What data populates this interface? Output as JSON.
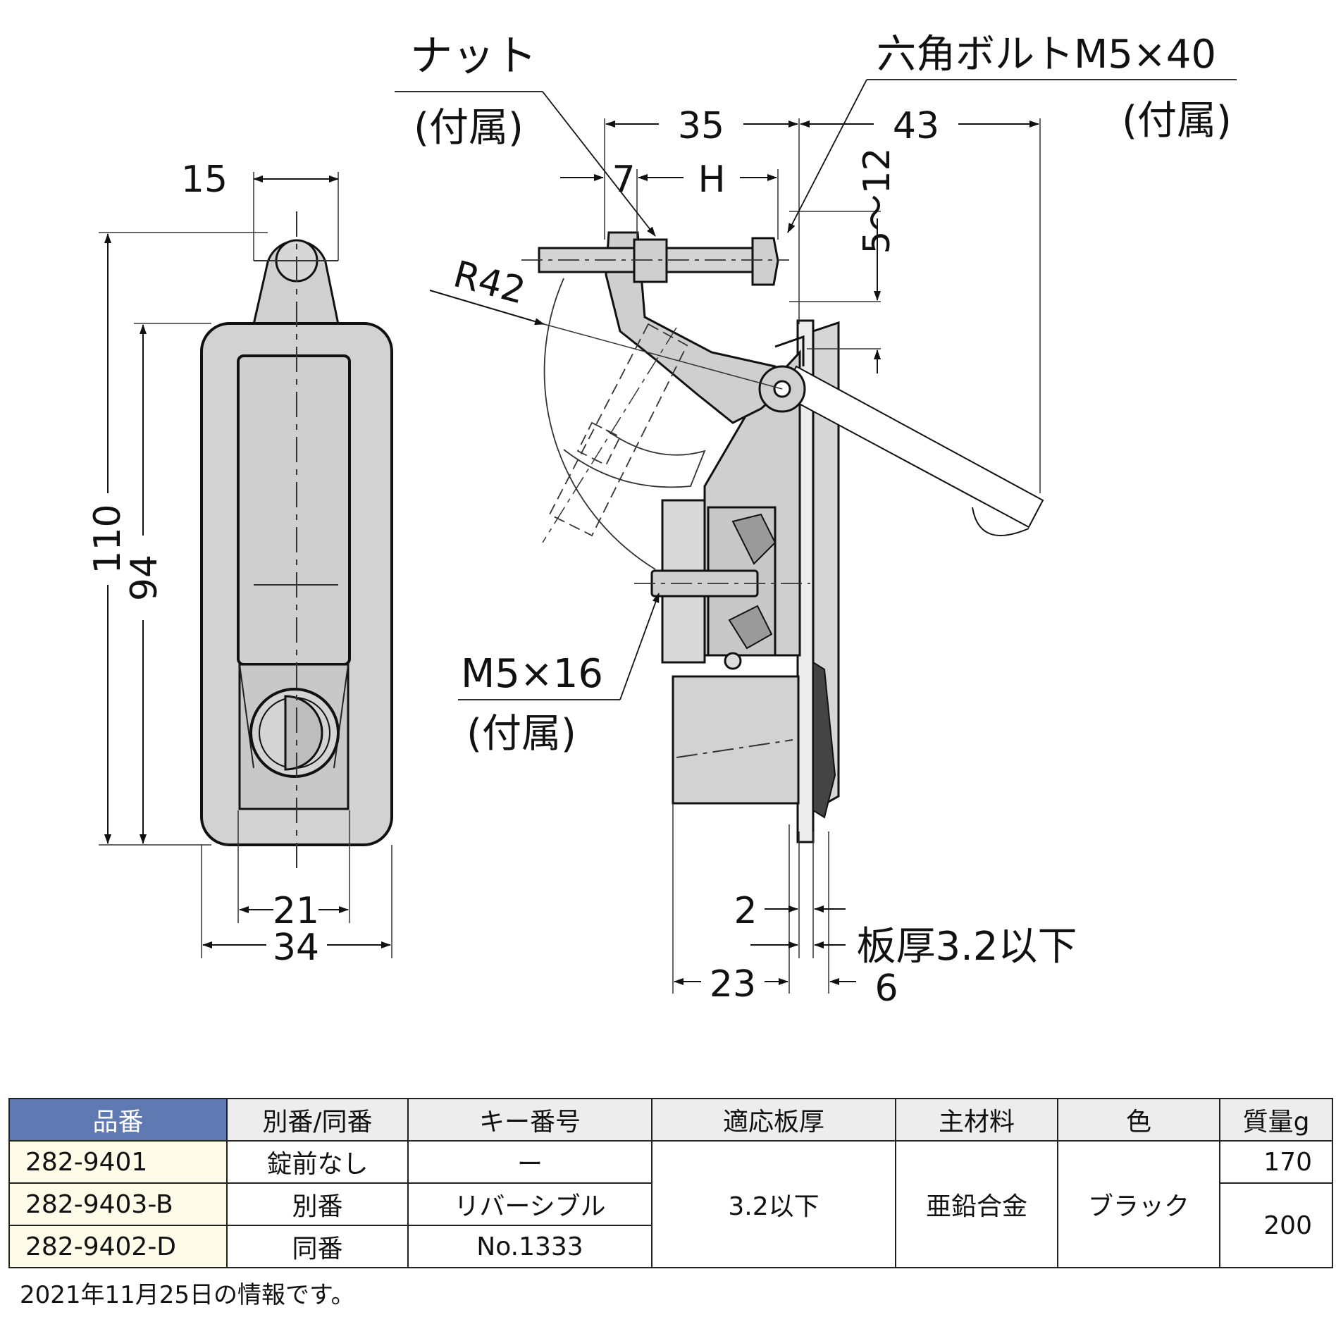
{
  "drawing": {
    "front_view": {
      "dim_top_width": "15",
      "dim_total_height": "110",
      "dim_body_height": "94",
      "dim_inner_width": "21",
      "dim_body_width": "34"
    },
    "side_view": {
      "nut_label": "ナット",
      "nut_note": "(付属)",
      "hex_bolt_label": "六角ボルトM5×40",
      "hex_bolt_note": "(付属)",
      "dim_35": "35",
      "dim_43": "43",
      "dim_7": "7",
      "dim_h": "H",
      "dim_range": "5～12",
      "radius": "R42",
      "screw_label": "M5×16",
      "screw_note": "(付属)",
      "dim_2": "2",
      "plate_thickness": "板厚3.2以下",
      "dim_23": "23",
      "dim_6": "6"
    }
  },
  "table": {
    "headers": [
      "品番",
      "別番/同番",
      "キー番号",
      "適応板厚",
      "主材料",
      "色",
      "質量g"
    ],
    "rows": [
      {
        "part_no": "282-9401",
        "key_type": "錠前なし",
        "key_no": "ー"
      },
      {
        "part_no": "282-9403-B",
        "key_type": "別番",
        "key_no": "リバーシブル"
      },
      {
        "part_no": "282-9402-D",
        "key_type": "同番",
        "key_no": "No.1333"
      }
    ],
    "plate_thickness": "3.2以下",
    "material": "亜鉛合金",
    "color": "ブラック",
    "mass_1": "170",
    "mass_2": "200"
  },
  "note": "2021年11月25日の情報です。"
}
